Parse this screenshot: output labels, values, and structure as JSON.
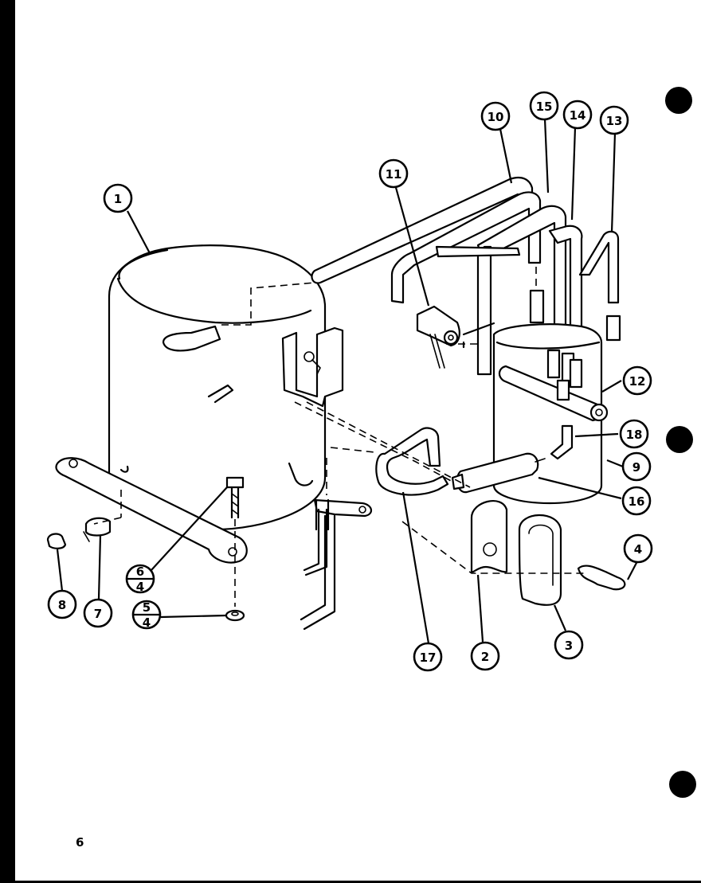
{
  "diagram": {
    "callouts": [
      {
        "id": "c1",
        "label": "1"
      },
      {
        "id": "c2",
        "label": "2"
      },
      {
        "id": "c3",
        "label": "3"
      },
      {
        "id": "c4",
        "label": "4"
      },
      {
        "id": "c7",
        "label": "7"
      },
      {
        "id": "c8",
        "label": "8"
      },
      {
        "id": "c9",
        "label": "9"
      },
      {
        "id": "c10",
        "label": "10"
      },
      {
        "id": "c11",
        "label": "11"
      },
      {
        "id": "c12",
        "label": "12"
      },
      {
        "id": "c13",
        "label": "13"
      },
      {
        "id": "c14",
        "label": "14"
      },
      {
        "id": "c15",
        "label": "15"
      },
      {
        "id": "c16",
        "label": "16"
      },
      {
        "id": "c17",
        "label": "17"
      },
      {
        "id": "c18",
        "label": "18"
      }
    ],
    "split_callouts": [
      {
        "id": "s64",
        "top": "6",
        "bottom": "4"
      },
      {
        "id": "s54",
        "top": "5",
        "bottom": "4"
      }
    ]
  },
  "page": {
    "number": "6"
  }
}
